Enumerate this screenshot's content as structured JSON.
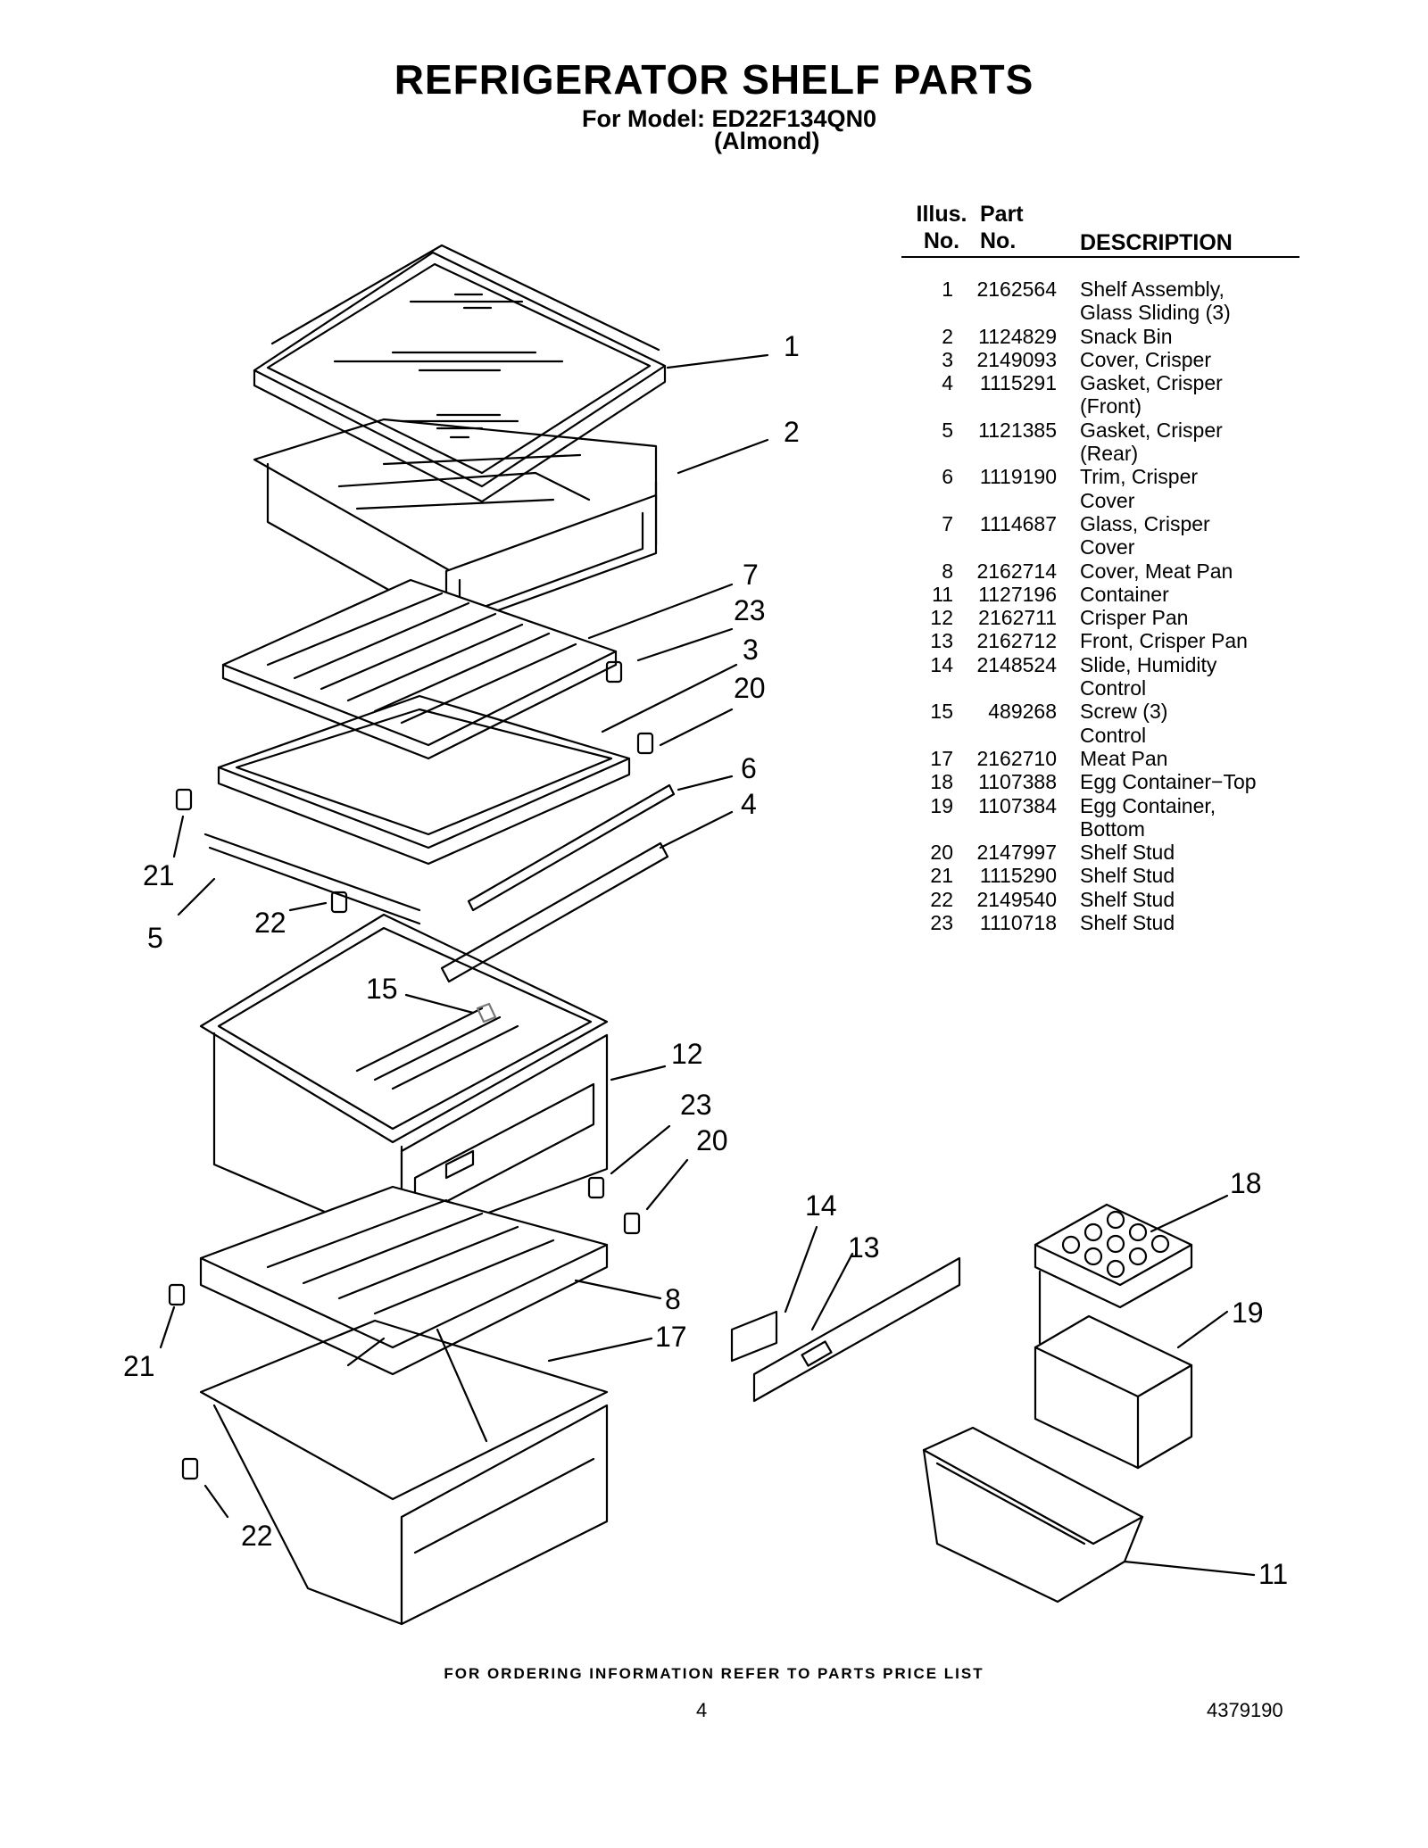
{
  "header": {
    "title": "REFRIGERATOR SHELF PARTS",
    "model": "For Model: ED22F134QN0",
    "color": "(Almond)"
  },
  "table": {
    "headers": {
      "illus": "Illus.\nNo.",
      "part": "Part\nNo.",
      "description": "DESCRIPTION"
    },
    "rows": [
      {
        "illus": "1",
        "part": "2162564",
        "description": "Shelf Assembly,\nGlass Sliding (3)"
      },
      {
        "illus": "2",
        "part": "1124829",
        "description": "Snack Bin"
      },
      {
        "illus": "3",
        "part": "2149093",
        "description": "Cover, Crisper"
      },
      {
        "illus": "4",
        "part": "1115291",
        "description": "Gasket, Crisper\n(Front)"
      },
      {
        "illus": "5",
        "part": "1121385",
        "description": "Gasket, Crisper\n(Rear)"
      },
      {
        "illus": "6",
        "part": "1119190",
        "description": "Trim, Crisper\nCover"
      },
      {
        "illus": "7",
        "part": "1114687",
        "description": "Glass, Crisper\nCover"
      },
      {
        "illus": "8",
        "part": "2162714",
        "description": "Cover, Meat Pan"
      },
      {
        "illus": "11",
        "part": "1127196",
        "description": "Container"
      },
      {
        "illus": "12",
        "part": "2162711",
        "description": "Crisper Pan"
      },
      {
        "illus": "13",
        "part": "2162712",
        "description": "Front, Crisper Pan"
      },
      {
        "illus": "14",
        "part": "2148524",
        "description": "Slide, Humidity\nControl"
      },
      {
        "illus": "15",
        "part": "489268",
        "description": "Screw (3)\nControl"
      },
      {
        "illus": "17",
        "part": "2162710",
        "description": "Meat Pan"
      },
      {
        "illus": "18",
        "part": "1107388",
        "description": "Egg Container−Top"
      },
      {
        "illus": "19",
        "part": "1107384",
        "description": "Egg Container,\nBottom"
      },
      {
        "illus": "20",
        "part": "2147997",
        "description": "Shelf Stud"
      },
      {
        "illus": "21",
        "part": "1115290",
        "description": "Shelf Stud"
      },
      {
        "illus": "22",
        "part": "2149540",
        "description": "Shelf Stud"
      },
      {
        "illus": "23",
        "part": "1110718",
        "description": "Shelf Stud"
      }
    ]
  },
  "callouts": [
    "1",
    "2",
    "7",
    "23",
    "3",
    "20",
    "6",
    "4",
    "21",
    "5",
    "22",
    "15",
    "12",
    "23",
    "20",
    "14",
    "13",
    "18",
    "8",
    "21",
    "17",
    "19",
    "22",
    "11"
  ],
  "footer": {
    "note": "FOR ORDERING INFORMATION REFER TO PARTS PRICE LIST",
    "page": "4",
    "doc_number": "4379190"
  }
}
